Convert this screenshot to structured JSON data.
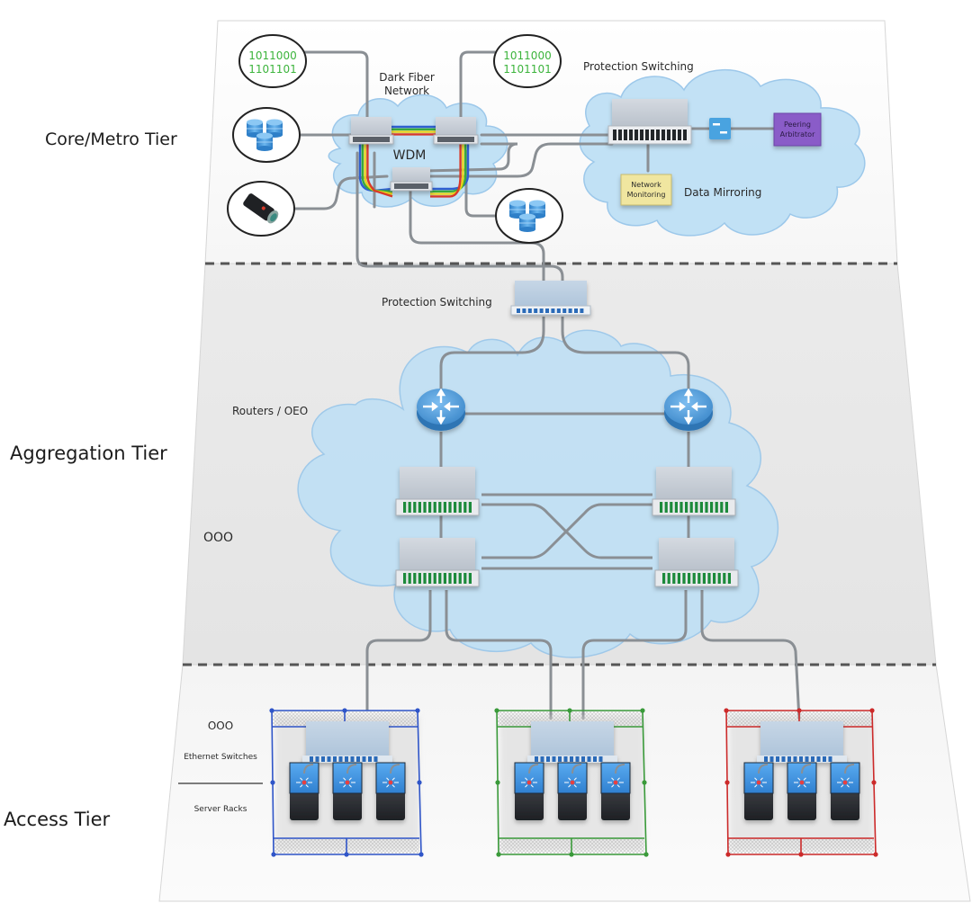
{
  "tiers": {
    "core": "Core/Metro Tier",
    "aggregation": "Aggregation Tier",
    "access": "Access Tier"
  },
  "core": {
    "dark_fiber_line1": "Dark Fiber",
    "dark_fiber_line2": "Network",
    "wdm": "WDM",
    "protection_switching": "Protection Switching",
    "data_mirroring": "Data Mirroring",
    "network_monitoring_line1": "Network",
    "network_monitoring_line2": "Monitoring",
    "peering_arbitrator_line1": "Peering",
    "peering_arbitrator_line2": "Arbitrator",
    "binary_left_line1": "1011000",
    "binary_left_line2": "1101101",
    "binary_right_line1": "1011000",
    "binary_right_line2": "1101101",
    "wdm_fiber_colors": [
      "#2f5fd0",
      "#3aa83a",
      "#e8d21a",
      "#d83a2a"
    ]
  },
  "aggregation": {
    "protection_switching": "Protection Switching",
    "routers_oeo": "Routers / OEO",
    "ooo": "OOO"
  },
  "access": {
    "ooo": "OOO",
    "ethernet_switches": "Ethernet Switches",
    "server_racks": "Server Racks",
    "cages": [
      {
        "name": "blue",
        "color": "#2f55c8",
        "servers": 3
      },
      {
        "name": "green",
        "color": "#3a9a3a",
        "servers": 3
      },
      {
        "name": "red",
        "color": "#cc2a2a",
        "servers": 3
      }
    ]
  },
  "colors": {
    "cloud": "#bfe0f5",
    "cloud_edge": "#8fc0e6",
    "device_gray": "#c6ccd4",
    "router_blue": "#4a9ad8",
    "port_green": "#1f8a3a",
    "port_blue": "#2a6ab8",
    "cable": "#8a8f94",
    "monitoring_yellow": "#f0e6a0",
    "arbitrator_purple": "#8a5cc8",
    "binary_green": "#3cb43c"
  }
}
